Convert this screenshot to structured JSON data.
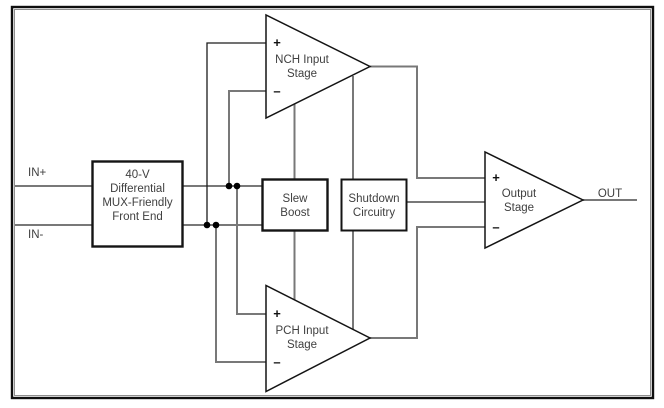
{
  "figure": {
    "type": "op-amp-block-diagram",
    "ports": {
      "in_plus": "IN+",
      "in_minus": "IN-",
      "out": "OUT"
    },
    "blocks": {
      "front_end": {
        "lines": [
          "40-V",
          "Differential",
          "MUX-Friendly",
          "Front End"
        ]
      },
      "slew_boost": {
        "lines": [
          "Slew",
          "Boost"
        ]
      },
      "shutdown": {
        "lines": [
          "Shutdown",
          "Circuitry"
        ]
      },
      "nch_stage": {
        "plus": "+",
        "minus": "–",
        "lines": [
          "NCH Input",
          "Stage"
        ]
      },
      "pch_stage": {
        "plus": "+",
        "minus": "–",
        "lines": [
          "PCH Input",
          "Stage"
        ]
      },
      "output_stage": {
        "plus": "+",
        "minus": "–",
        "lines": [
          "Output",
          "Stage"
        ]
      }
    },
    "colors": {
      "wire": "#787878",
      "outline": "#141414",
      "text": "#404040",
      "background": "#ffffff"
    }
  }
}
